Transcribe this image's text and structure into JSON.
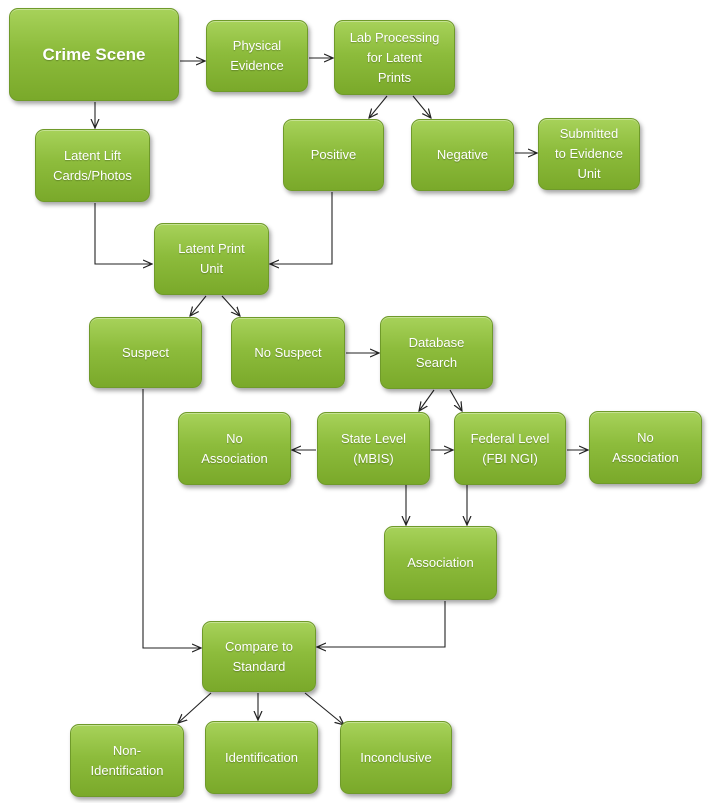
{
  "nodes": {
    "crime_scene": "Crime Scene",
    "physical_evidence": "Physical\nEvidence",
    "lab_processing": "Lab Processing\nfor Latent\nPrints",
    "latent_lift": "Latent Lift\nCards/Photos",
    "positive": "Positive",
    "negative": "Negative",
    "submitted": "Submitted\nto Evidence\nUnit",
    "latent_print_unit": "Latent Print\nUnit",
    "suspect": "Suspect",
    "no_suspect": "No Suspect",
    "database_search": "Database\nSearch",
    "no_association_left": "No\nAssociation",
    "state_level": "State Level\n(MBIS)",
    "federal_level": "Federal Level\n(FBI NGI)",
    "no_association_right": "No\nAssociation",
    "association": "Association",
    "compare": "Compare to\nStandard",
    "non_identification": "Non-\nIdentification",
    "identification": "Identification",
    "inconclusive": "Inconclusive"
  },
  "colors": {
    "node_fill": "#8dbc3c",
    "node_border": "#6f9a2a",
    "arrow": "#222222"
  }
}
